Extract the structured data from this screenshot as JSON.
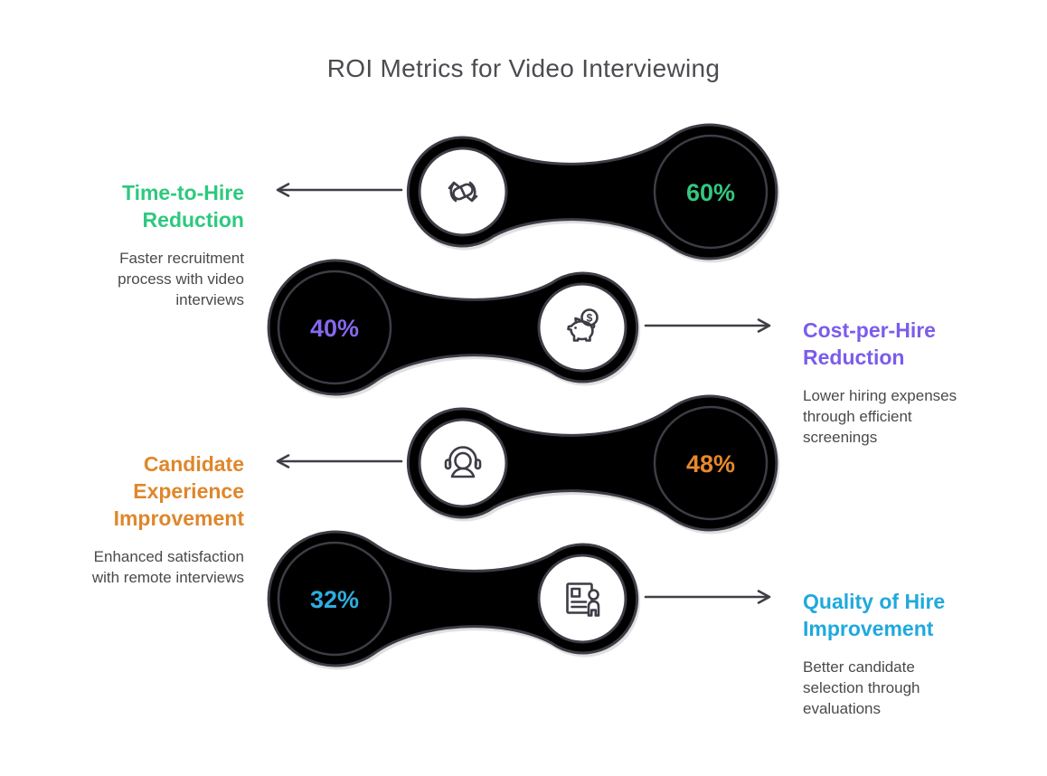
{
  "title": "ROI Metrics for Video Interviewing",
  "palette": {
    "background": "#ffffff",
    "outline": "#3d3d46",
    "title_color": "#4c4c50",
    "description_color": "#4a4a4e",
    "arrow_color": "#3f3f46"
  },
  "metrics": [
    {
      "heading": "Time-to-Hire Reduction",
      "description": "Faster recruitment process with video interviews",
      "percent": "60%",
      "icon": "pill-sync-icon",
      "label_side": "left",
      "colors": {
        "fill_top": "#69e6a4",
        "fill_bottom": "#41d186",
        "accent": "#2dc97e",
        "percent_text": "#33c77d"
      }
    },
    {
      "heading": "Cost-per-Hire Reduction",
      "description": "Lower hiring expenses through efficient screenings",
      "percent": "40%",
      "icon": "piggy-bank-icon",
      "label_side": "right",
      "colors": {
        "fill_top": "#b2a3f7",
        "fill_bottom": "#8d77f1",
        "accent": "#7b5cec",
        "percent_text": "#8568ec"
      }
    },
    {
      "heading": "Candidate Experience Improvement",
      "description": "Enhanced satisfaction with remote interviews",
      "percent": "48%",
      "icon": "headset-person-icon",
      "label_side": "left",
      "colors": {
        "fill_top": "#f8b76c",
        "fill_bottom": "#ef9838",
        "accent": "#df872b",
        "percent_text": "#e8882a"
      }
    },
    {
      "heading": "Quality of Hire Improvement",
      "description": "Better candidate selection through evaluations",
      "percent": "32%",
      "icon": "id-card-person-icon",
      "label_side": "right",
      "colors": {
        "fill_top": "#5ed1f6",
        "fill_bottom": "#2ebdf1",
        "accent": "#1fa9dd",
        "percent_text": "#2fadde"
      }
    }
  ]
}
